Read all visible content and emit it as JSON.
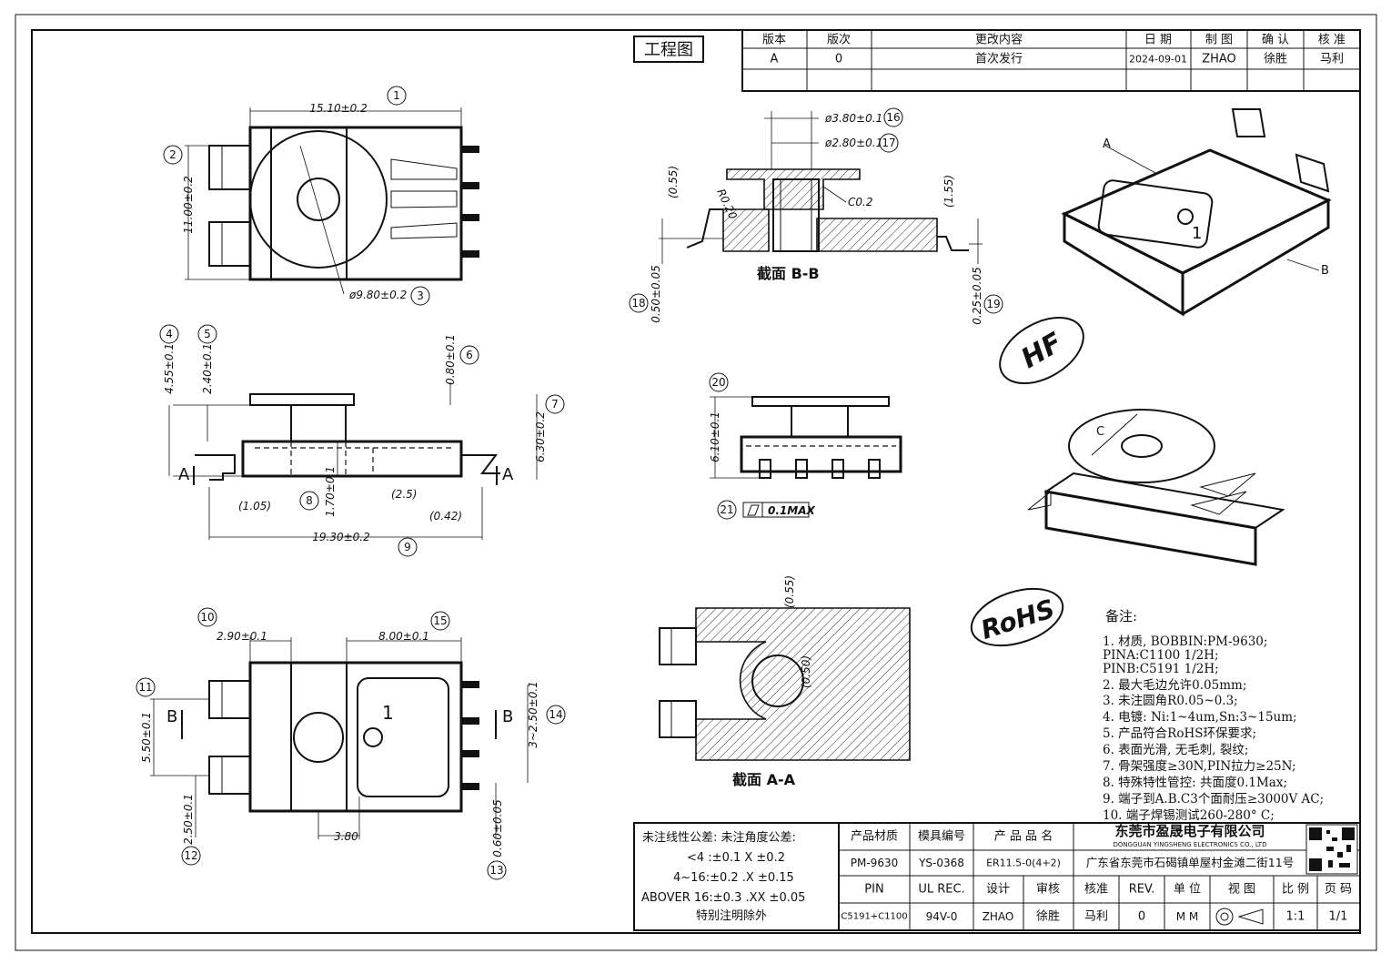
{
  "drawing_tag": "工程图",
  "revision_table": {
    "headers": [
      "版本",
      "版次",
      "更改内容",
      "日 期",
      "制 图",
      "确 认",
      "核 准"
    ],
    "rows": [
      [
        "A",
        "0",
        "首次发行",
        "2024-09-01",
        "ZHAO",
        "徐胜",
        "马利"
      ]
    ]
  },
  "dims_top": {
    "d1": "15.10±0.2",
    "d2": "11.00±0.2",
    "d3": "ø9.80±0.2"
  },
  "dims_side": {
    "d4": "4.55±0.1",
    "d5": "2.40±0.1",
    "d6": "0.80±0.1",
    "d7": "6.30±0.2",
    "d8": "1.70±0.1",
    "d9": "19.30±0.2",
    "ref_105": "(1.05)",
    "ref_25": "(2.5)",
    "ref_042": "(0.42)",
    "sec_a": "A"
  },
  "dims_bottom": {
    "d10": "2.90±0.1",
    "d11": "5.50±0.1",
    "d12": "2.50±0.1",
    "d13": "0.60±0.05",
    "d14": "3~2.50±0.1",
    "d15": "8.00±0.1",
    "d_380": "3.80",
    "sec_b": "B",
    "pin1_mark": "1"
  },
  "section_bb": {
    "d16": "ø3.80±0.1",
    "d17": "ø2.80±0.1",
    "d18": "0.50±0.05",
    "d19": "0.25±0.05",
    "ref_055": "(0.55)",
    "ref_155": "(1.55)",
    "r020": "R0.20",
    "c02": "C0.2",
    "title": "截面 B-B"
  },
  "front_view": {
    "d20": "6.10±0.1",
    "d21_flatness": "0.1MAX"
  },
  "section_aa": {
    "ref_055": "(0.55)",
    "ref_050": "(0.50)",
    "title": "截面 A-A"
  },
  "iso_view": {
    "label_a": "A",
    "label_b": "B",
    "label_c": "C",
    "hf_logo": "HF",
    "rohs_logo": "RoHS",
    "pin1_mark": "1"
  },
  "balloons": [
    "1",
    "2",
    "3",
    "4",
    "5",
    "6",
    "7",
    "8",
    "9",
    "10",
    "11",
    "12",
    "13",
    "14",
    "15",
    "16",
    "17",
    "18",
    "19",
    "20",
    "21"
  ],
  "notes": {
    "title": "备注:",
    "items": [
      "1. 材质, BOBBIN:PM-9630;",
      "   PINA:C1100 1/2H;",
      "   PINB:C5191 1/2H;",
      "2. 最大毛边允许0.05mm;",
      "3. 未注圆角R0.05~0.3;",
      "4. 电镀: Ni:1~4um,Sn:3~15um;",
      "5. 产品符合RoHS环保要求;",
      "6. 表面光滑, 无毛刺, 裂纹;",
      "7. 骨架强度≥30N,PIN拉力≥25N;",
      "8. 特殊特性管控: 共面度0.1Max;",
      "9. 端子到A.B.C3个面耐压≥3000V AC;",
      "10. 端子焊锡测试260-280° C;"
    ]
  },
  "tolerance_block": {
    "line1": "未注线性公差:  未注角度公差:",
    "line2": "<4 :±0.1  X ±0.2",
    "line3": "4~16:±0.2  .X ±0.15",
    "line4": "ABOVER 16:±0.3  .XX ±0.05",
    "line5": "特别注明除外"
  },
  "title_block": {
    "h_material": "产品材质",
    "h_mold": "模具编号",
    "h_product": "产 品 品 名",
    "material": "PM-9630",
    "mold": "YS-0368",
    "product": "ER11.5-0(4+2)",
    "pin_label": "PIN",
    "ul_label": "UL REC.",
    "design_label": "设计",
    "check_label": "审核",
    "approve_label": "核准",
    "rev_label": "REV.",
    "unit_label": "单 位",
    "view_label": "视 图",
    "scale_label": "比 例",
    "page_label": "页 码",
    "pin_value": "C5191+C1100",
    "ul_value": "94V-0",
    "designer": "ZHAO",
    "checker": "徐胜",
    "approver": "马利",
    "rev": "0",
    "unit": "M M",
    "scale": "1:1",
    "page": "1/1",
    "company_cn": "东莞市盈晟电子有限公司",
    "company_en": "DONGGUAN YINGSHENG ELECTRONICS CO., LTD",
    "address": "广东省东莞市石碣镇单屋村金滩二街11号"
  }
}
